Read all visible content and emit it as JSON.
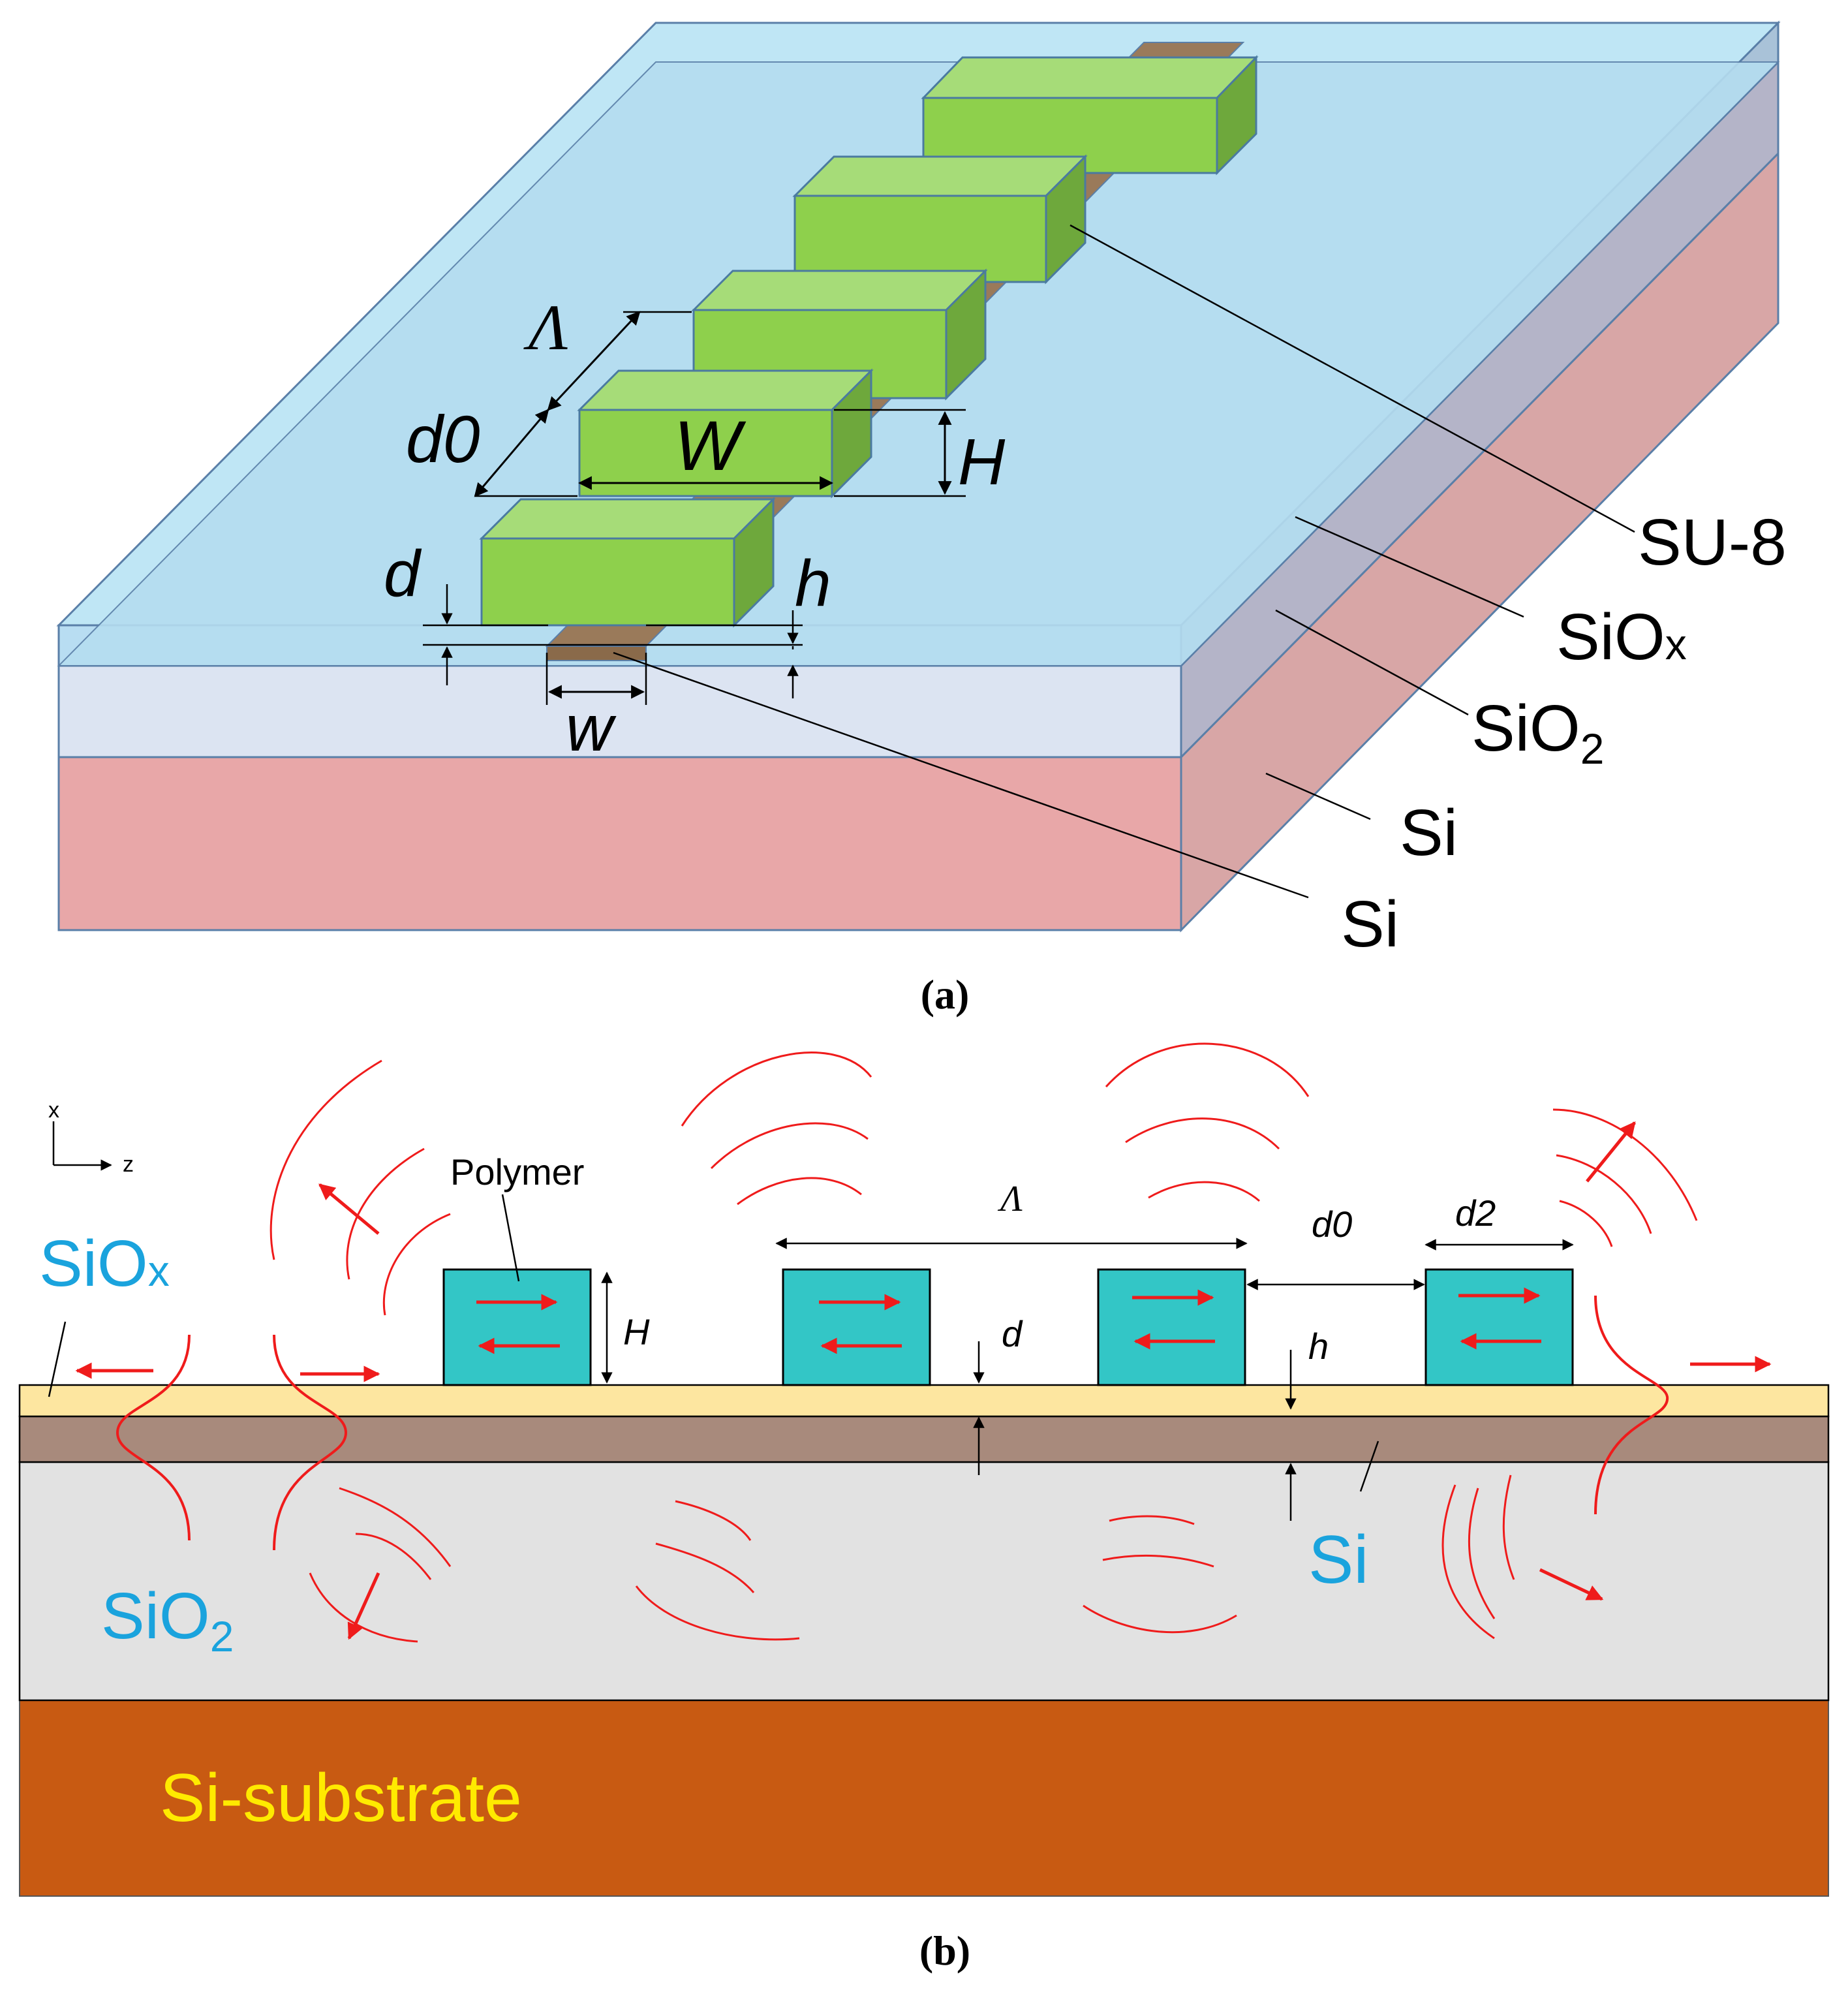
{
  "figure_a": {
    "caption": "(a)",
    "labels": {
      "su8": "SU-8",
      "siox_main": "SiO",
      "siox_sub": "x",
      "sio2_main": "SiO",
      "sio2_sub": "2",
      "si_layer": "Si",
      "si_waveguide": "Si",
      "dim_lambda": "Λ",
      "dim_d0": "d0",
      "dim_W": "W",
      "dim_H": "H",
      "dim_d": "d",
      "dim_h": "h",
      "dim_w": "w"
    },
    "colors": {
      "top_cladding": "#bfe6f5",
      "siox_film": "#b8ddf2",
      "sio2_box": "#dce4f2",
      "si_substrate": "#e8a7a8",
      "side_pink": "#d8a6a6",
      "su8_blocks": "#8ed04c",
      "si_strip": "#9a7a5a"
    }
  },
  "figure_b": {
    "caption": "(b)",
    "labels": {
      "axis_x": "x",
      "axis_z": "z",
      "polymer": "Polymer",
      "siox_main": "SiO",
      "siox_sub": "x",
      "sio2_main": "SiO",
      "sio2_sub": "2",
      "si": "Si",
      "substrate": "Si-substrate",
      "dim_lambda": "Λ",
      "dim_d0": "d0",
      "dim_d2": "d2",
      "dim_H": "H",
      "dim_d": "d",
      "dim_h": "h"
    },
    "colors": {
      "siox_layer": "#fde6a0",
      "si_layer": "#a88a7c",
      "sio2_layer": "#e2e2e2",
      "substrate": "#c85a12",
      "polymer_blocks": "#33c6c6",
      "waves": "#ef1b1b",
      "label_blue": "#1aa3dd",
      "label_yellow": "#ffea00"
    }
  }
}
